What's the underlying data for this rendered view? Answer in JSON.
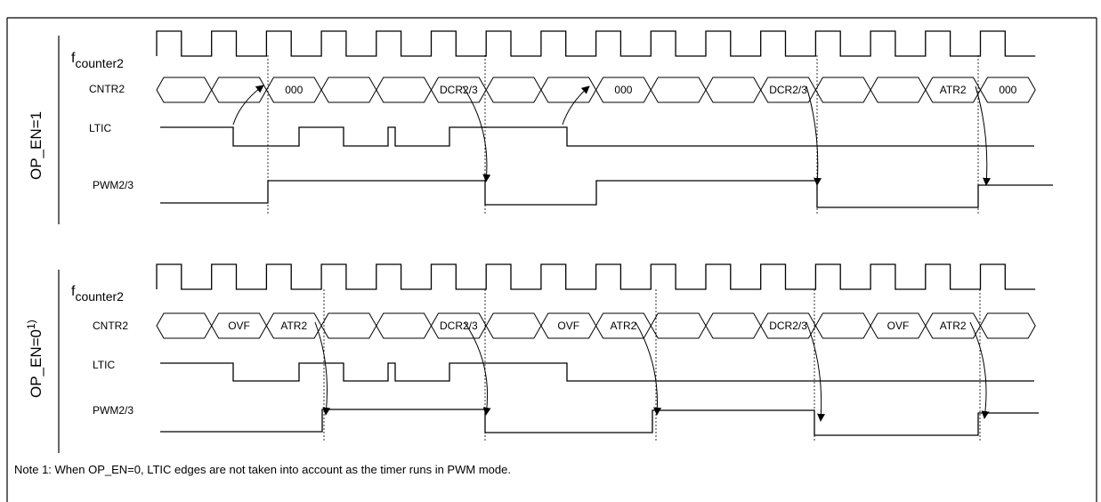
{
  "note": "Note 1: When OP_EN=0, LTIC edges are not taken into account as the timer runs in PWM mode.",
  "panels": [
    {
      "side": "OP_EN=1",
      "side_sup": "",
      "clock": {
        "name": "f",
        "sub": "counter2"
      },
      "cntr_label": "CNTR2",
      "cells": [
        "",
        "",
        "000",
        "",
        "",
        "DCR2/3",
        "",
        "",
        "000",
        "",
        "",
        "DCR2/3",
        "",
        "",
        "ATR2",
        "000"
      ],
      "ltic_label": "LTIC",
      "pwm_label": "PWM2/3"
    },
    {
      "side": "OP_EN=0",
      "side_sup": "1)",
      "clock": {
        "name": "f",
        "sub": "counter2"
      },
      "cntr_label": "CNTR2",
      "cells": [
        "",
        "OVF",
        "ATR2",
        "",
        "",
        "DCR2/3",
        "",
        "OVF",
        "ATR2",
        "",
        "",
        "DCR2/3",
        "",
        "OVF",
        "ATR2",
        ""
      ],
      "ltic_label": "LTIC",
      "pwm_label": "PWM2/3"
    }
  ]
}
